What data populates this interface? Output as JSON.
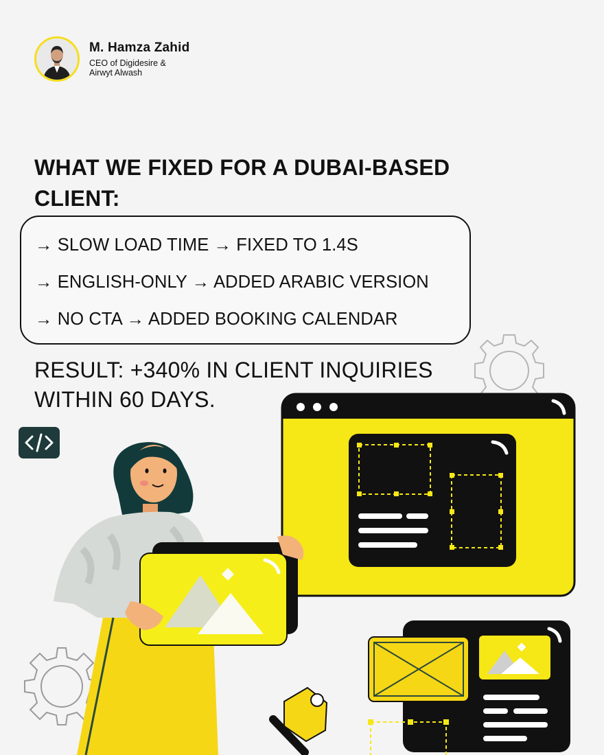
{
  "author": {
    "name": "M. Hamza Zahid",
    "role": "CEO of Digidesire & Airwyt Alwash"
  },
  "headline": "WHAT WE FIXED FOR A DUBAI-BASED CLIENT:",
  "fixes": [
    "→ SLOW LOAD TIME → FIXED TO 1.4S",
    "→ ENGLISH-ONLY → ADDED ARABIC VERSION",
    "→ NO CTA → ADDED BOOKING CALENDAR"
  ],
  "result": "RESULT: +340% IN CLIENT INQUIRIES WITHIN 60 DAYS.",
  "icons": [
    "profile-avatar",
    "code-icon",
    "gear-icon",
    "browser-window-illustration",
    "woman-holding-image-card",
    "pen-tool-icon"
  ],
  "colors": {
    "accent": "#f5dd1e",
    "dark": "#111111",
    "badge": "#1f3a3a",
    "background": "#f4f4f4"
  }
}
